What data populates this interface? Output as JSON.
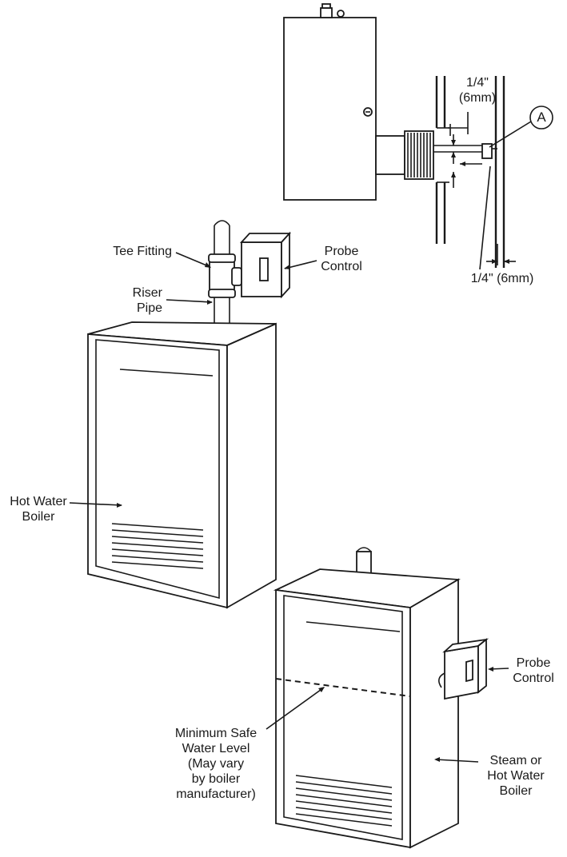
{
  "labels": {
    "dim_top": "1/4\"\n(6mm)",
    "callout_a": "A",
    "dim_bottom": "1/4\" (6mm)",
    "tee_fitting": "Tee Fitting",
    "probe_control_1": "Probe\nControl",
    "riser_pipe": "Riser\nPipe",
    "hot_water_boiler": "Hot Water\nBoiler",
    "probe_control_2": "Probe\nControl",
    "min_safe_level": "Minimum Safe\nWater Level\n(May vary\nby boiler\nmanufacturer)",
    "steam_boiler": "Steam or\nHot Water\nBoiler"
  }
}
